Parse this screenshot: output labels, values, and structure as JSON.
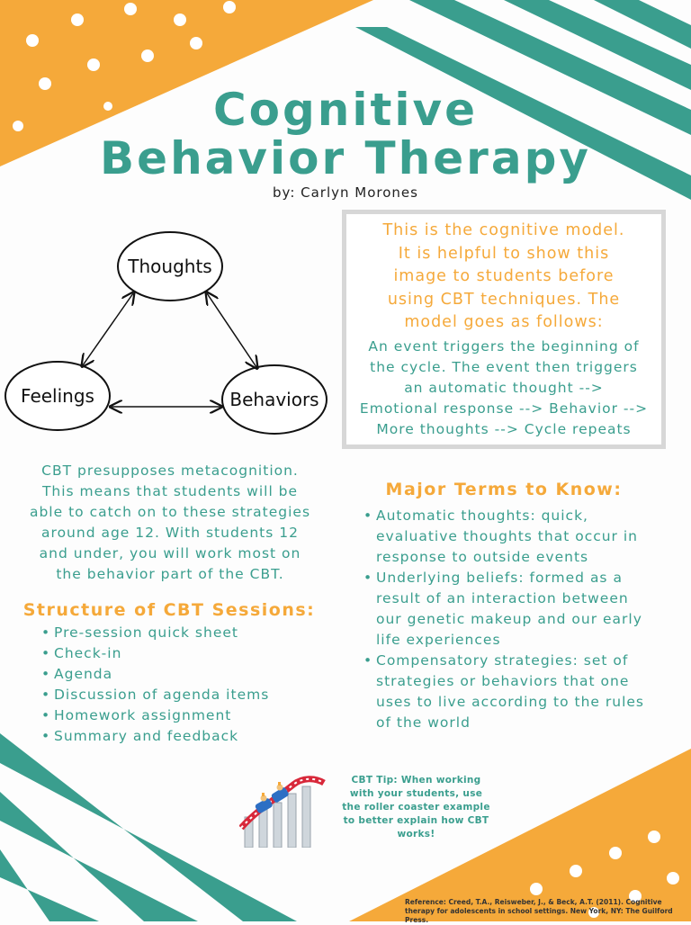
{
  "colors": {
    "teal": "#3a9e8e",
    "orange": "#f5a93a",
    "box_border": "#d7d7d7"
  },
  "title": {
    "line1": "Cognitive",
    "line2": "Behavior Therapy"
  },
  "byline": "by: Carlyn Morones",
  "diagram": {
    "thoughts": "Thoughts",
    "feelings": "Feelings",
    "behaviors": "Behaviors"
  },
  "model_box": {
    "orange_lines": [
      "This is the cognitive model.",
      "It is helpful to show this",
      "image to students before",
      "using CBT techniques. The",
      "model goes as follows:"
    ],
    "teal_lines": [
      "An event triggers the beginning of",
      "the cycle. The event then triggers",
      "an automatic thought -->",
      "Emotional response --> Behavior -->",
      "More thoughts --> Cycle repeats"
    ]
  },
  "intro_lines": [
    "CBT presupposes metacognition.",
    "This means that students will be",
    "able to catch on to these strategies",
    "around age 12. With students 12",
    "and under, you will work most on",
    "the behavior part of the CBT."
  ],
  "structure": {
    "heading": "Structure of CBT Sessions:",
    "items": [
      "Pre-session quick sheet",
      "Check-in",
      "Agenda",
      "Discussion of agenda items",
      "Homework assignment",
      "Summary and feedback"
    ]
  },
  "terms": {
    "heading": "Major Terms to Know:",
    "items": [
      "Automatic thoughts: quick, evaluative thoughts that occur in response to outside events",
      "Underlying beliefs: formed as a result of an interaction between our genetic makeup and our early life experiences",
      "Compensatory strategies: set of strategies or behaviors that one uses to live according to the rules of the world"
    ]
  },
  "tip": "CBT Tip: When working with your students, use the roller coaster example to better explain how CBT works!",
  "reference": "Reference: Creed, T.A., Reisweber, J., & Beck, A.T. (2011). Cognitive therapy for adolescents in school settings. New York, NY: The Guilford Press.",
  "icons": {
    "roller_coaster": "roller-coaster-icon"
  }
}
